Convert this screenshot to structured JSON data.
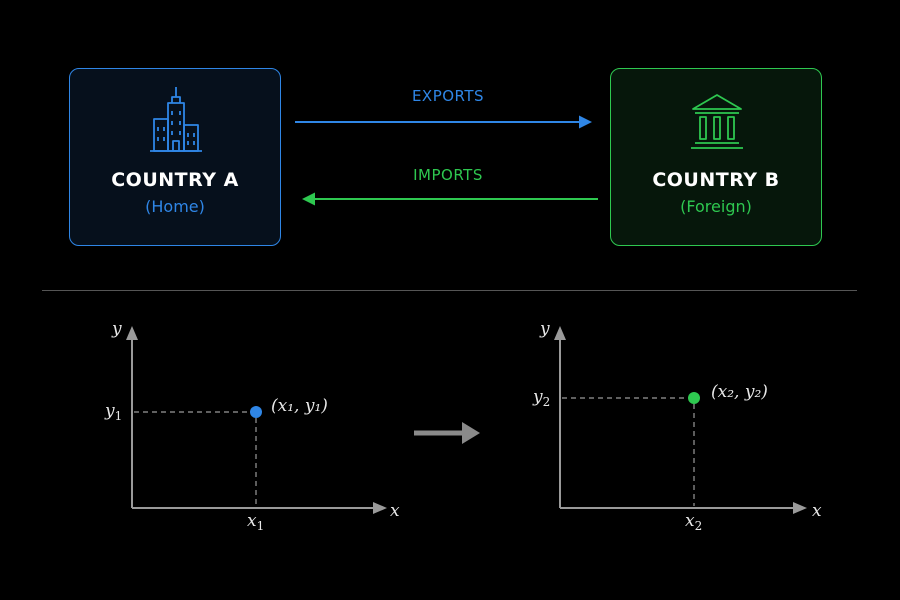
{
  "country_a": {
    "name": "COUNTRY A",
    "subtitle": "(Home)",
    "icon": "city-skyline-icon",
    "color": "#2f86e6"
  },
  "country_b": {
    "name": "COUNTRY B",
    "subtitle": "(Foreign)",
    "icon": "bank-building-icon",
    "color": "#2ec850"
  },
  "flows": {
    "exports_label": "EXPORTS",
    "imports_label": "IMPORTS"
  },
  "graph_left": {
    "y_axis_label": "y",
    "x_axis_label": "x",
    "y_tick": "y",
    "y_tick_sub": "1",
    "x_tick": "x",
    "x_tick_sub": "1",
    "point_label": "(x₁, y₁)",
    "point_color": "#2f86e6"
  },
  "graph_right": {
    "y_axis_label": "y",
    "x_axis_label": "x",
    "y_tick": "y",
    "y_tick_sub": "2",
    "x_tick": "x",
    "x_tick_sub": "2",
    "point_label": "(x₂, y₂)",
    "point_color": "#2ec850"
  },
  "transition_arrow_color": "#8a8a8a"
}
